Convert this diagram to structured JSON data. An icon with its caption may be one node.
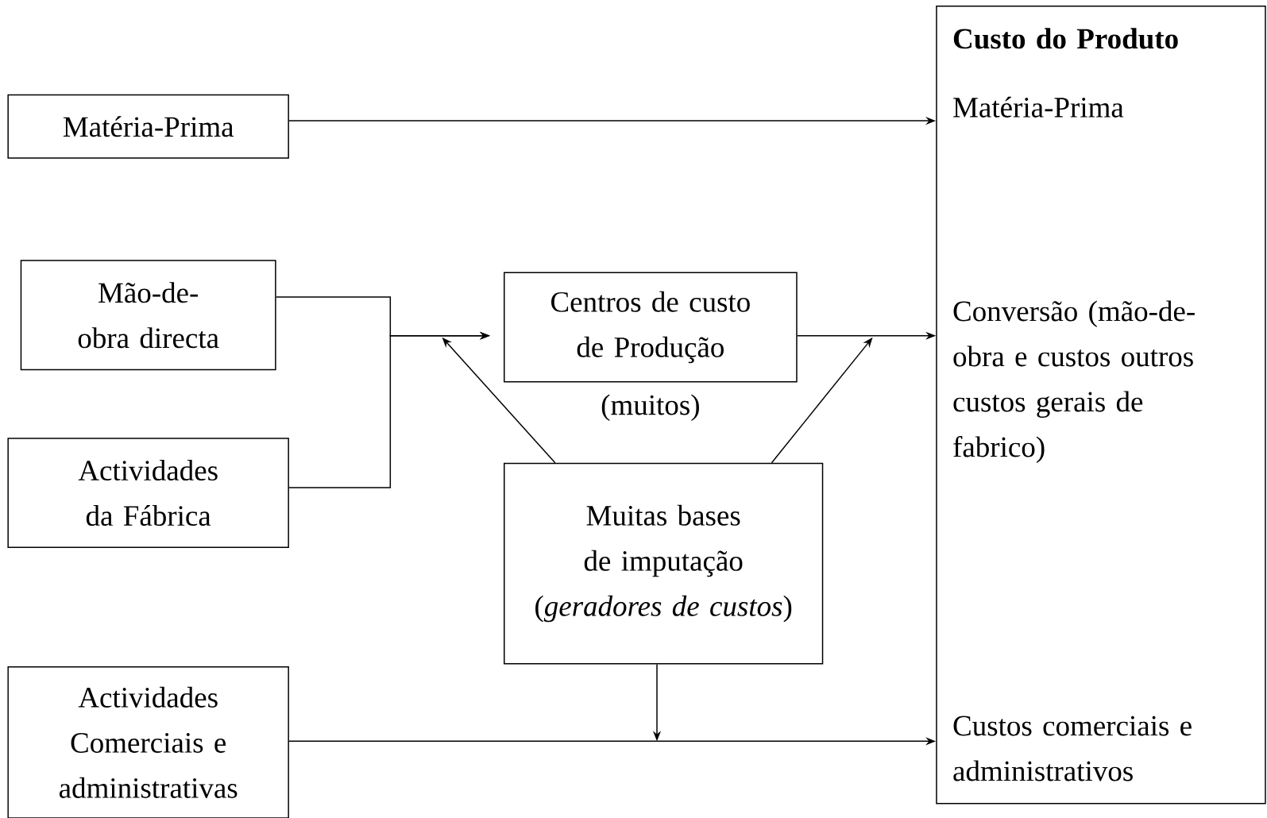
{
  "diagram": {
    "nodes": [
      {
        "text": [
          "Matéria-Prima"
        ]
      },
      {
        "text": [
          "Mão-de-obra directa"
        ]
      },
      {
        "text": [
          "Actividades da Fábrica"
        ]
      },
      {
        "text": [
          "Actividades Comerciais e administrativas"
        ]
      },
      {
        "text": [
          "Centros de custo de Produção"
        ],
        "beside": [
          "(muitos)"
        ]
      },
      {
        "text": [
          "Muitas bases de imputação (*geradores de custos*)"
        ]
      },
      {
        "text": [
          "Custo do Produto",
          "Matéria-Prima",
          "Conversão (mão-de-obra e custos outros custos gerais de fabrico)",
          "Custos comerciais e administrativos"
        ]
      }
    ],
    "edges": [
      {
        "from": 0,
        "to": 6,
        "arrow": "to"
      },
      {
        "from": 1,
        "to": 4,
        "arrow": "to"
      },
      {
        "from": 2,
        "to": 4,
        "arrow": "to"
      },
      {
        "from": 4,
        "to": 6,
        "arrow": "to"
      },
      {
        "from": 5,
        "to": null,
        "arrow": "to"
      },
      {
        "from": 5,
        "to": null,
        "arrow": "to"
      },
      {
        "from": 5,
        "to": null,
        "arrow": "to"
      },
      {
        "from": 3,
        "to": 6,
        "arrow": "to"
      }
    ]
  }
}
